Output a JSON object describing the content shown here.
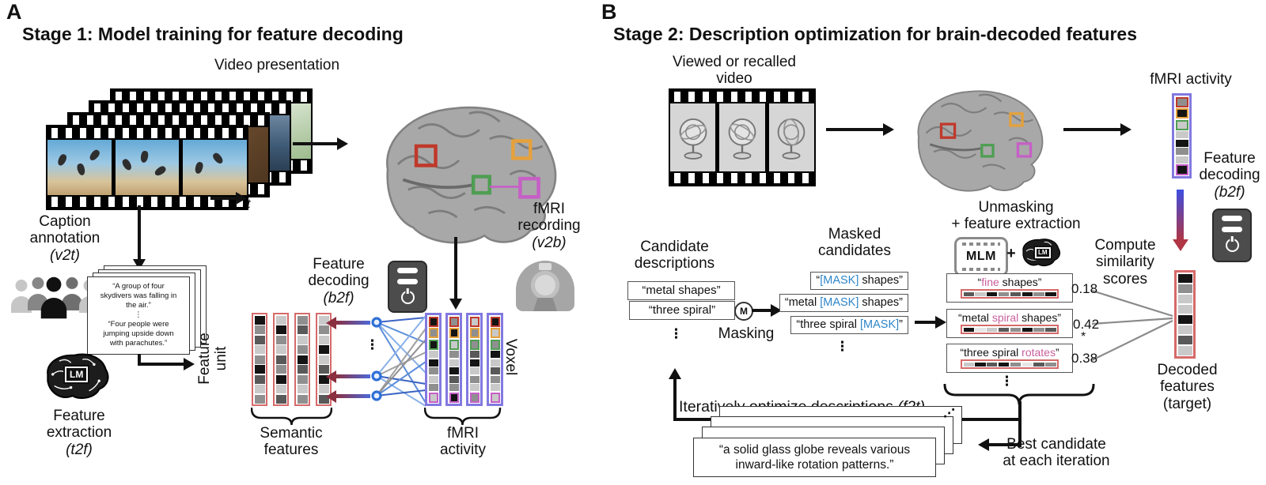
{
  "colors": {
    "mask_token": "#2e86c9",
    "highlight_word": "#c85f9d",
    "feature_column_border": "#d66a6a",
    "voxel_column_border": "#8279e0",
    "node_blue": "#2f6fd6",
    "arrow_red": "#8a2f3f",
    "arrow_blue": "#3d4ee0",
    "marker_red": "#c0392b",
    "marker_orange": "#e5a13c",
    "marker_green": "#4f9e53",
    "marker_magenta": "#c65fc6"
  },
  "grids": {
    "semantic": [
      [
        "k",
        "g",
        "d",
        "l",
        "g",
        "k",
        "d",
        "l",
        "g"
      ],
      [
        "l",
        "k",
        "g",
        "l",
        "d",
        "g",
        "k",
        "l",
        "d"
      ],
      [
        "g",
        "d",
        "l",
        "g",
        "k",
        "d",
        "g",
        "l",
        "g"
      ],
      [
        "l",
        "g",
        "l",
        "k",
        "l",
        "d",
        "k",
        "l",
        "d"
      ]
    ],
    "fmriA": [
      [
        "k:r",
        "g:o",
        "k:gr",
        "l",
        "k",
        "g",
        "l",
        "g",
        "l:m"
      ],
      [
        "g:r",
        "k:o",
        "l:gr",
        "g",
        "l",
        "k",
        "d",
        "g",
        "k:m"
      ],
      [
        "l:r",
        "g:o",
        "g:gr",
        "d",
        "k",
        "l",
        "g",
        "l",
        "g:m"
      ],
      [
        "k:r",
        "l:o",
        "g:gr",
        "k",
        "l",
        "d",
        "g",
        "l",
        "l:m"
      ]
    ],
    "fmriB": [
      "g:r",
      "k:o",
      "l:gr",
      "l",
      "k",
      "g",
      "l",
      "k:m"
    ],
    "decoded": [
      "k",
      "g",
      "l",
      "l",
      "k",
      "l",
      "d",
      "l"
    ],
    "strips": [
      [
        "d",
        "l",
        "k",
        "g",
        "d",
        "k",
        "g",
        "k"
      ],
      [
        "k",
        "w",
        "l",
        "d",
        "g",
        "k",
        "g",
        "d"
      ],
      [
        "l",
        "k",
        "d",
        "k",
        "g",
        "w",
        "d",
        "g"
      ]
    ]
  },
  "panelA": {
    "label": "A",
    "title": "Stage 1: Model training for feature decoding",
    "video_label": "Video presentation",
    "time_label": "t",
    "caption_annotation": "Caption\nannotation",
    "caption_annotation_abbr": "(v2t)",
    "caption_card": {
      "line1": "“A group of four\nskydivers was falling in\nthe air.”",
      "dots": "⋮",
      "line2": "“Four people were\njumping upside down\nwith parachutes.”"
    },
    "feature_extraction": "Feature\nextraction",
    "feature_extraction_abbr": "(t2f)",
    "lm_badge": "LM",
    "feature_decoding": "Feature\ndecoding",
    "feature_decoding_abbr": "(b2f)",
    "feature_unit": "Feature\nunit",
    "semantic_features": "Semantic\nfeatures",
    "voxel": "Voxel",
    "fmri_activity": "fMRI\nactivity",
    "fmri_recording": "fMRI\nrecording",
    "fmri_recording_abbr": "(v2b)",
    "dots": "⋮"
  },
  "panelB": {
    "label": "B",
    "title": "Stage 2: Description optimization for brain-decoded features",
    "video_label": "Viewed or recalled\nvideo",
    "fmri_activity": "fMRI activity",
    "feature_decoding": "Feature\ndecoding",
    "feature_decoding_abbr": "(b2f)",
    "compute_scores": "Compute\nsimilarity\nscores",
    "decoded_features": "Decoded\nfeatures\n(target)",
    "candidates": {
      "title": "Candidate\ndescriptions",
      "items": [
        "“metal shapes”",
        "“three spiral”"
      ],
      "dots": "⋮"
    },
    "masking": {
      "label": "Masking",
      "m": "M"
    },
    "masked": {
      "title": "Masked\ncandidates",
      "items": [
        {
          "pre": "“",
          "mask": "[MASK]",
          "post": " shapes”"
        },
        {
          "pre": "“metal ",
          "mask": "[MASK]",
          "post": " shapes”"
        },
        {
          "pre": "“three spiral ",
          "mask": "[MASK]",
          "post": "”"
        }
      ],
      "dots": "⋮"
    },
    "unmasking": {
      "title": "Unmasking\n+ feature extraction",
      "mlm": "MLM",
      "plus": "+",
      "lm": "LM"
    },
    "results": {
      "items": [
        {
          "pre": "“",
          "hl": "fine",
          "post": " shapes”",
          "score": "0.18",
          "star": ""
        },
        {
          "pre": "“metal ",
          "hl": "spiral",
          "post": " shapes”",
          "score": "0.42",
          "star": "*"
        },
        {
          "pre": "“three spiral ",
          "hl": "rotates",
          "post": "”",
          "score": "0.38",
          "star": ""
        }
      ],
      "dots": "⋮"
    },
    "iterate": {
      "label": "Iteratively optimize descriptions ",
      "abbr": "(f2t)"
    },
    "best_candidate": "Best candidate\nat each iteration",
    "final_card": "“a solid glass globe reveals various\ninward-like rotation patterns.”",
    "diag_dots": "⋰"
  }
}
